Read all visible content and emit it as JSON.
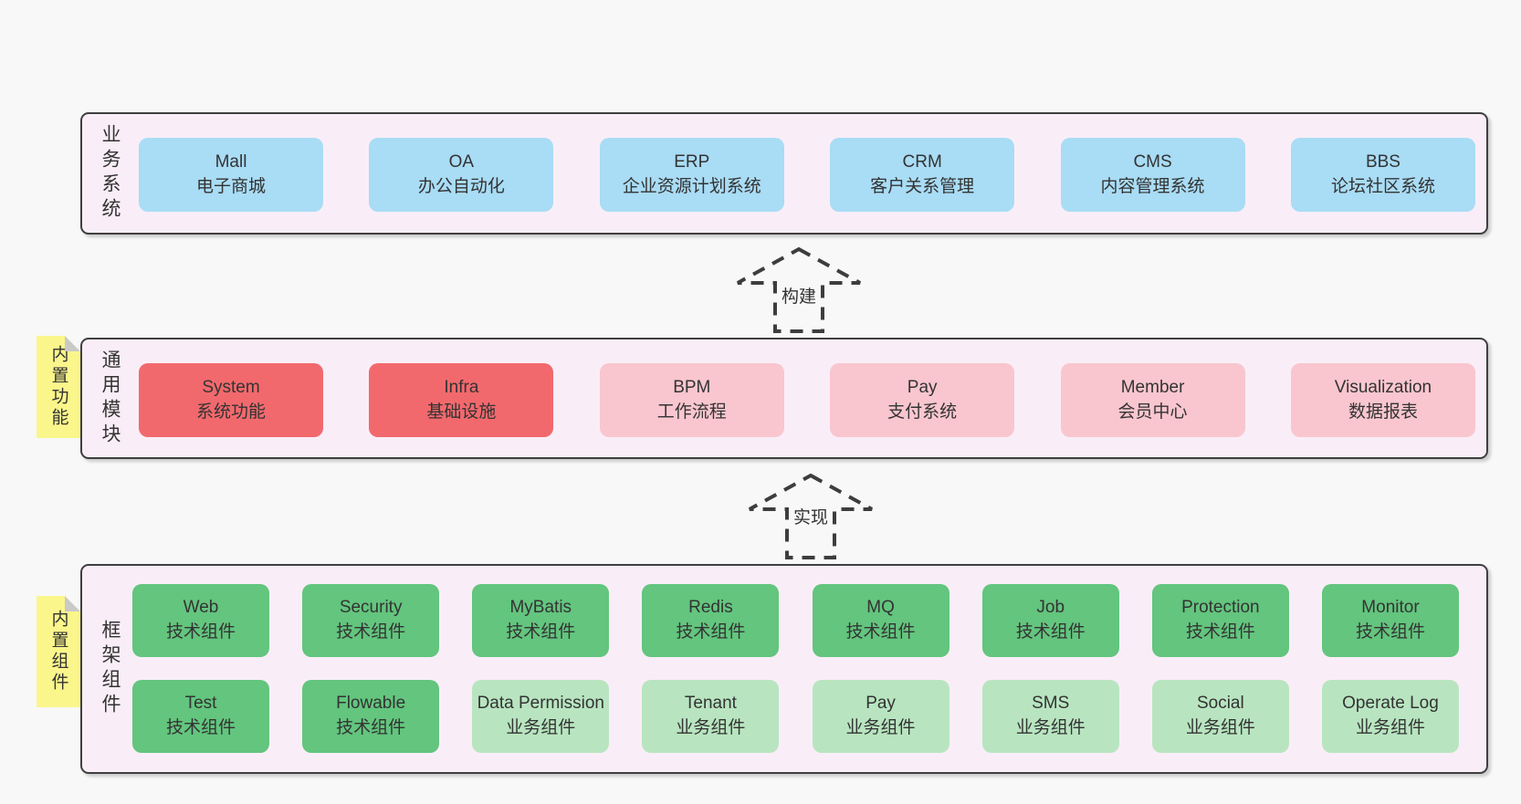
{
  "colors": {
    "page_background": "#f8f8f8",
    "layer_background": "#f9eef7",
    "layer_border": "#3f3f3f",
    "blue_box": "#a9dcf5",
    "red_box": "#f2696d",
    "pink_box": "#f9c6cf",
    "green_box": "#63c57e",
    "light_green_box": "#b8e5c0",
    "sticky_note": "#fbf68b",
    "note_fold": "#c9c9c9",
    "text": "#333333"
  },
  "arrows": [
    {
      "label": "构建"
    },
    {
      "label": "实现"
    }
  ],
  "business_layer": {
    "label": "业务系统",
    "boxes": [
      {
        "title": "Mall",
        "subtitle": "电子商城",
        "variant": "blue"
      },
      {
        "title": "OA",
        "subtitle": "办公自动化",
        "variant": "blue"
      },
      {
        "title": "ERP",
        "subtitle": "企业资源计划系统",
        "variant": "blue"
      },
      {
        "title": "CRM",
        "subtitle": "客户关系管理",
        "variant": "blue"
      },
      {
        "title": "CMS",
        "subtitle": "内容管理系统",
        "variant": "blue"
      },
      {
        "title": "BBS",
        "subtitle": "论坛社区系统",
        "variant": "blue"
      }
    ]
  },
  "module_layer": {
    "label": "通用模块",
    "note": "内置功能",
    "boxes": [
      {
        "title": "System",
        "subtitle": "系统功能",
        "variant": "red"
      },
      {
        "title": "Infra",
        "subtitle": "基础设施",
        "variant": "red"
      },
      {
        "title": "BPM",
        "subtitle": "工作流程",
        "variant": "pink"
      },
      {
        "title": "Pay",
        "subtitle": "支付系统",
        "variant": "pink"
      },
      {
        "title": "Member",
        "subtitle": "会员中心",
        "variant": "pink"
      },
      {
        "title": "Visualization",
        "subtitle": "数据报表",
        "variant": "pink"
      }
    ]
  },
  "framework_layer": {
    "label": "框架组件",
    "note": "内置组件",
    "rows": [
      [
        {
          "title": "Web",
          "subtitle": "技术组件",
          "variant": "green"
        },
        {
          "title": "Security",
          "subtitle": "技术组件",
          "variant": "green"
        },
        {
          "title": "MyBatis",
          "subtitle": "技术组件",
          "variant": "green"
        },
        {
          "title": "Redis",
          "subtitle": "技术组件",
          "variant": "green"
        },
        {
          "title": "MQ",
          "subtitle": "技术组件",
          "variant": "green"
        },
        {
          "title": "Job",
          "subtitle": "技术组件",
          "variant": "green"
        },
        {
          "title": "Protection",
          "subtitle": "技术组件",
          "variant": "green"
        },
        {
          "title": "Monitor",
          "subtitle": "技术组件",
          "variant": "green"
        }
      ],
      [
        {
          "title": "Test",
          "subtitle": "技术组件",
          "variant": "green"
        },
        {
          "title": "Flowable",
          "subtitle": "技术组件",
          "variant": "green"
        },
        {
          "title": "Data Permission",
          "subtitle": "业务组件",
          "variant": "lightgreen"
        },
        {
          "title": "Tenant",
          "subtitle": "业务组件",
          "variant": "lightgreen"
        },
        {
          "title": "Pay",
          "subtitle": "业务组件",
          "variant": "lightgreen"
        },
        {
          "title": "SMS",
          "subtitle": "业务组件",
          "variant": "lightgreen"
        },
        {
          "title": "Social",
          "subtitle": "业务组件",
          "variant": "lightgreen"
        },
        {
          "title": "Operate Log",
          "subtitle": "业务组件",
          "variant": "lightgreen"
        }
      ]
    ]
  }
}
